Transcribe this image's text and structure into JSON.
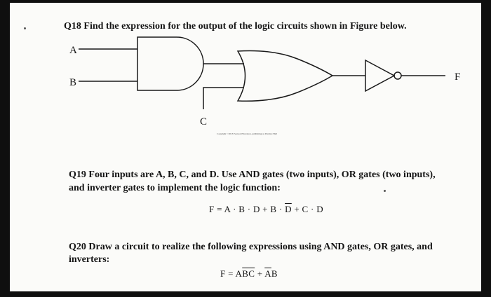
{
  "q18": {
    "text": "Q18 Find the expression for the output of the logic circuits shown in Figure below."
  },
  "circuit": {
    "input_a": "A",
    "input_b": "B",
    "input_c": "C",
    "output_f": "F",
    "copyright": "Copyright ©2013 Pearson Education, publishing as Prentice Hall"
  },
  "q19": {
    "line1": "Q19 Four inputs are A, B, C, and D. Use AND gates (two inputs), OR gates (two inputs),",
    "line2": "and inverter gates to implement the logic function:",
    "eq_lhs": "F = A · B · D + B · ",
    "eq_bar": "D",
    "eq_rhs": " + C · D"
  },
  "q20": {
    "line1": "Q20 Draw a circuit to realize the following expressions using AND gates, OR gates, and",
    "line2": "inverters:",
    "eq_lhs": "F = A",
    "eq_bar1": "BC",
    "eq_mid": " + ",
    "eq_bar2": "A",
    "eq_rhs": "B"
  }
}
